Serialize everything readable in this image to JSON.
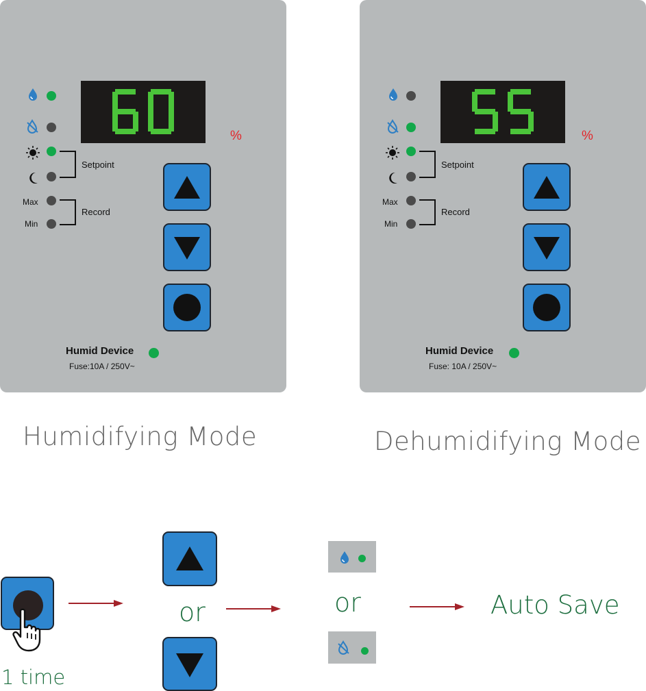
{
  "panels": [
    {
      "display_value": "60",
      "percent": "%",
      "indicators": {
        "humidify_led": "green",
        "dehumidify_led": "off",
        "day_led": "green",
        "night_led": "off",
        "max_led": "off",
        "min_led": "off"
      },
      "setpoint_label": "Setpoint",
      "record_label": "Record",
      "max_label": "Max",
      "min_label": "Min",
      "device_label": "Humid Device",
      "fuse_label": "Fuse:10A / 250V~",
      "mode_caption": "Humidifying Mode"
    },
    {
      "display_value": "55",
      "percent": "%",
      "indicators": {
        "humidify_led": "off",
        "dehumidify_led": "green",
        "day_led": "green",
        "night_led": "off",
        "max_led": "off",
        "min_led": "off"
      },
      "setpoint_label": "Setpoint",
      "record_label": "Record",
      "max_label": "Max",
      "min_label": "Min",
      "device_label": "Humid Device",
      "fuse_label": "Fuse: 10A / 250V~",
      "mode_caption": "Dehumidifying Mode"
    }
  ],
  "colors": {
    "panel": "#b6b9ba",
    "button": "#2e86cf",
    "segment": "#4bc43a",
    "led_green": "#12a84a",
    "led_off": "#4b4b4b",
    "percent": "#e3262a",
    "flow_arrow": "#a3232a",
    "flow_text": "#1d6e3f"
  },
  "flow": {
    "press_count": "1 time",
    "or_1": "or",
    "or_2": "or",
    "result": "Auto Save",
    "icons": [
      "hand-press-icon",
      "up-arrow-icon",
      "down-arrow-icon",
      "humidify-drop-icon",
      "dehumidify-drop-icon"
    ]
  }
}
